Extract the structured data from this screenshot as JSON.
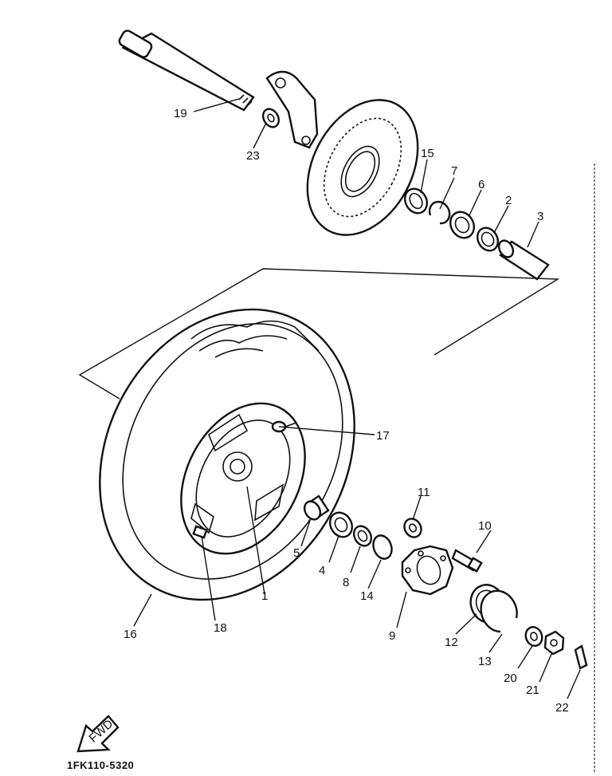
{
  "labels": {
    "p1": "1",
    "p2": "2",
    "p3": "3",
    "p4": "4",
    "p5": "5",
    "p6": "6",
    "p7": "7",
    "p8": "8",
    "p9": "9",
    "p10": "10",
    "p11": "11",
    "p12": "12",
    "p13": "13",
    "p14": "14",
    "p15": "15",
    "p16": "16",
    "p17": "17",
    "p18": "18",
    "p19": "19",
    "p20": "20",
    "p21": "21",
    "p22": "22",
    "p23": "23"
  },
  "fwd_label": "FWD",
  "diagram_code": "1FK110-5320"
}
